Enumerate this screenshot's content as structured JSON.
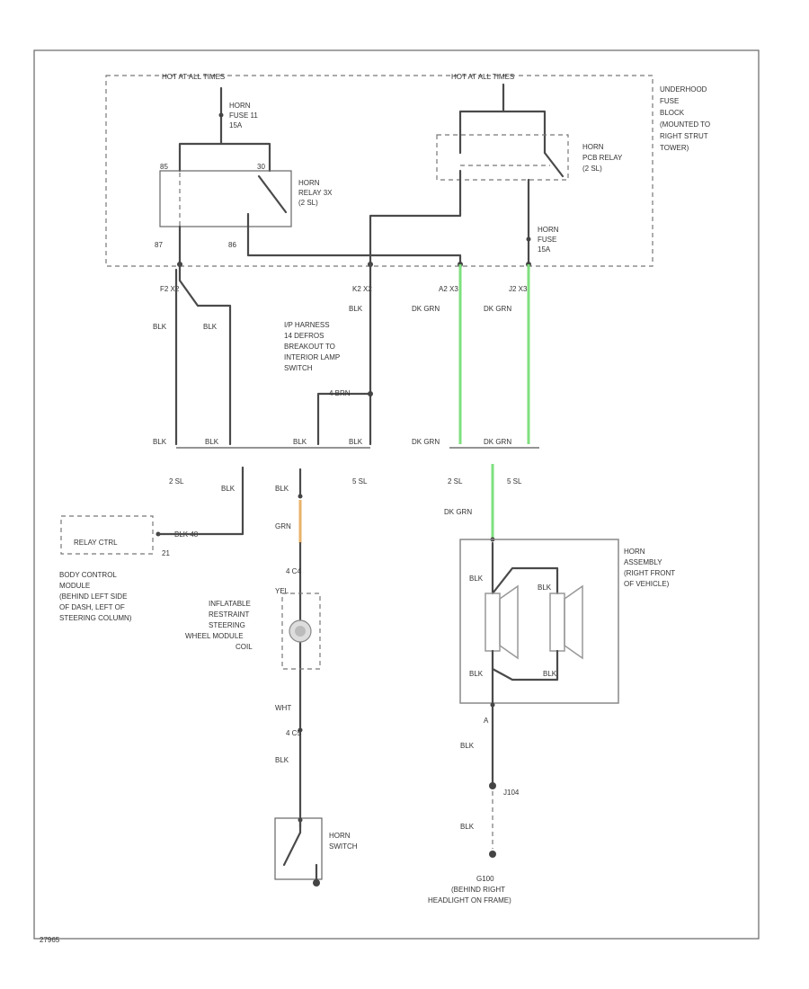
{
  "fuse_block": {
    "hot_left": "HOT AT ALL TIMES",
    "hot_right": "HOT AT ALL TIMES",
    "label": [
      "UNDERHOOD",
      "FUSE",
      "BLOCK",
      "(MOUNTED TO",
      "RIGHT STRUT",
      "TOWER)"
    ],
    "horn_fuse_11": [
      "HORN",
      "FUSE 11",
      "15A"
    ],
    "horn_relay": [
      "HORN",
      "RELAY 3X",
      "(2 SL)"
    ],
    "horn_pcb_relay": [
      "HORN",
      "PCB RELAY",
      "(2 SL)"
    ],
    "horn_fuse": [
      "HORN",
      "FUSE",
      "15A"
    ],
    "pins": [
      "87",
      "86",
      "85",
      "30"
    ]
  },
  "connectors": {
    "c1": "F2 X2",
    "c2": "K2 X2",
    "c3": "A2 X3",
    "c4": "J2 X3"
  },
  "wires": {
    "blk": "BLK",
    "dk_grn": "DK GRN",
    "grn": "GRN",
    "yel": "YEL",
    "wht": "WHT"
  },
  "harness_note": [
    "I/P HARNESS",
    "14 DEFROS",
    "BREAKOUT TO",
    "INTERIOR LAMP",
    "SWITCH"
  ],
  "harness_pin": "4 BRN",
  "splice_labels": {
    "left_a": "2 SL",
    "left_b": "5 SL",
    "right_a": "2 SL",
    "right_b": "5 SL"
  },
  "bcm": {
    "relay_ctrl": "RELAY CTRL",
    "wire_code": "BLK  48",
    "pin": "21",
    "label": [
      "BODY CONTROL",
      "MODULE",
      "(BEHIND LEFT SIDE",
      "OF DASH, LEFT OF",
      "STEERING COLUMN)"
    ]
  },
  "coil": {
    "pin_top": "4  C4",
    "label": [
      "INFLATABLE",
      "RESTRAINT",
      "STEERING",
      "WHEEL MODULE",
      "COIL"
    ],
    "pin_bottom": "4  C5"
  },
  "horn_assembly": {
    "label": [
      "HORN",
      "ASSEMBLY",
      "(RIGHT FRONT",
      "OF VEHICLE)"
    ],
    "pin_a": "A"
  },
  "horn_switch": {
    "label": [
      "HORN",
      "SWITCH"
    ]
  },
  "ground": {
    "splice": "J104",
    "label": [
      "G100",
      "(BEHIND RIGHT",
      "HEADLIGHT ON FRAME)"
    ]
  },
  "footer_code": "27965"
}
